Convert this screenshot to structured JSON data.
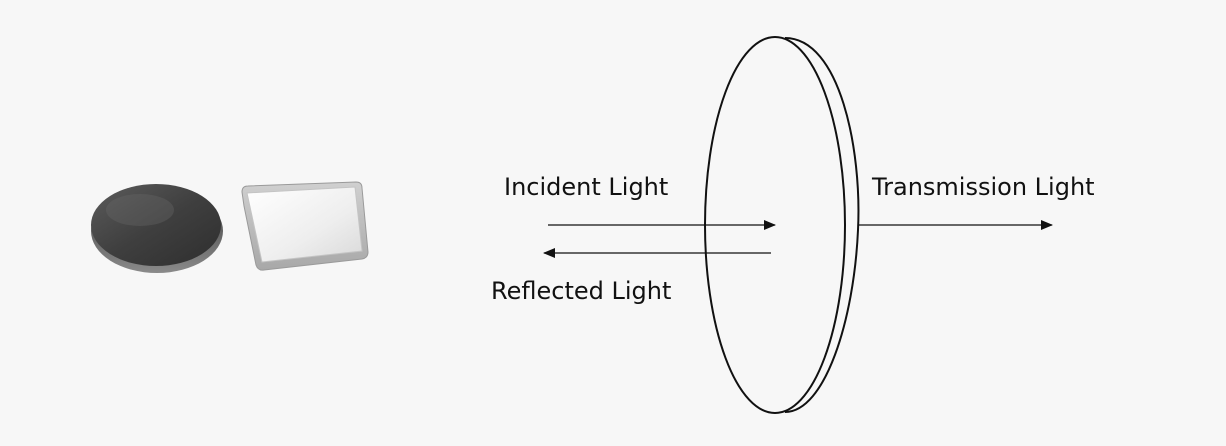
{
  "labels": {
    "incident": "Incident Light",
    "reflected": "Reflected Light",
    "transmission": "Transmission Light"
  },
  "colors": {
    "background": "#f7f7f7",
    "ink": "#111111"
  }
}
